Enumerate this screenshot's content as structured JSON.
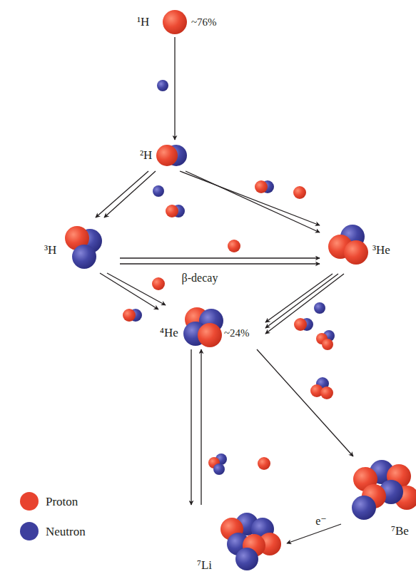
{
  "diagram": {
    "nodes": [
      {
        "text": [
          "¹H",
          "~76%"
        ]
      },
      {
        "text": [
          "²H"
        ]
      },
      {
        "text": [
          "³H"
        ]
      },
      {
        "text": [
          "³He"
        ]
      },
      {
        "text": [
          "⁴He",
          "~24%"
        ]
      },
      {
        "text": [
          "⁷Li"
        ]
      },
      {
        "text": [
          "⁷Be"
        ]
      }
    ],
    "edges": [
      {
        "from": 0,
        "to": 1,
        "arrow": "to"
      },
      {
        "from": 1,
        "to": 2,
        "arrow": "to"
      },
      {
        "from": 1,
        "to": 2,
        "arrow": "to"
      },
      {
        "from": 1,
        "to": 3,
        "arrow": "to"
      },
      {
        "from": 1,
        "to": 3,
        "arrow": "to"
      },
      {
        "from": 2,
        "to": 3,
        "arrow": "to"
      },
      {
        "from": 2,
        "to": 3,
        "label": "β-decay",
        "arrow": "to"
      },
      {
        "from": 2,
        "to": 4,
        "arrow": "to"
      },
      {
        "from": 2,
        "to": 4,
        "arrow": "to"
      },
      {
        "from": 3,
        "to": 4,
        "arrow": "to"
      },
      {
        "from": 3,
        "to": 4,
        "arrow": "to"
      },
      {
        "from": 3,
        "to": 4,
        "arrow": "to"
      },
      {
        "from": 4,
        "to": 5,
        "arrow": "to"
      },
      {
        "from": 5,
        "to": 4,
        "arrow": "to"
      },
      {
        "from": 4,
        "to": 6,
        "arrow": "to"
      },
      {
        "from": 6,
        "to": 5,
        "label": "e⁻",
        "arrow": "to"
      }
    ],
    "legend": [
      {
        "text": "Proton",
        "color": "#e8432f"
      },
      {
        "text": "Neutron",
        "color": "#3d3f9e"
      }
    ]
  }
}
